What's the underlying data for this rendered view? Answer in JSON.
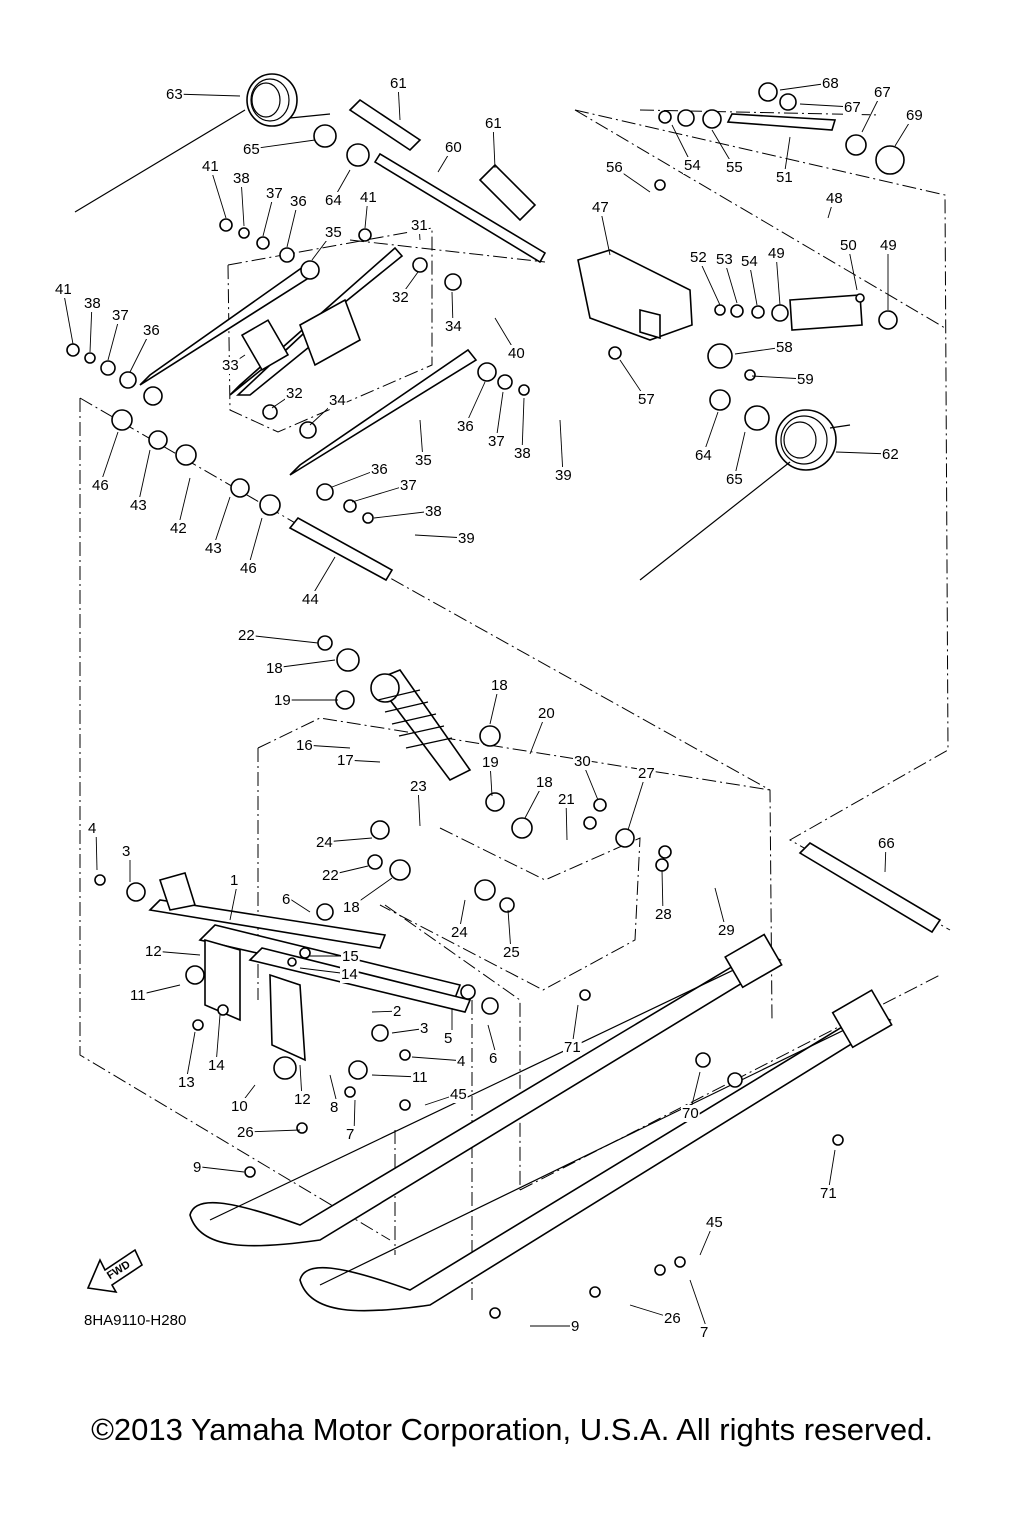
{
  "diagram": {
    "drawing_code": "8HA9110-H280",
    "fwd_label": "FWD",
    "callouts": [
      {
        "id": "c63",
        "text": "63"
      },
      {
        "id": "c61a",
        "text": "61"
      },
      {
        "id": "c61b",
        "text": "61"
      },
      {
        "id": "c60",
        "text": "60"
      },
      {
        "id": "c65a",
        "text": "65"
      },
      {
        "id": "c64a",
        "text": "64"
      },
      {
        "id": "c41a",
        "text": "41"
      },
      {
        "id": "c38a",
        "text": "38"
      },
      {
        "id": "c37a",
        "text": "37"
      },
      {
        "id": "c36a",
        "text": "36"
      },
      {
        "id": "c41b",
        "text": "41"
      },
      {
        "id": "c31",
        "text": "31"
      },
      {
        "id": "c35a",
        "text": "35"
      },
      {
        "id": "c41c",
        "text": "41"
      },
      {
        "id": "c38b",
        "text": "38"
      },
      {
        "id": "c37b",
        "text": "37"
      },
      {
        "id": "c36b",
        "text": "36"
      },
      {
        "id": "c33",
        "text": "33"
      },
      {
        "id": "c32a",
        "text": "32"
      },
      {
        "id": "c32b",
        "text": "32"
      },
      {
        "id": "c34a",
        "text": "34"
      },
      {
        "id": "c34b",
        "text": "34"
      },
      {
        "id": "c40",
        "text": "40"
      },
      {
        "id": "c36c",
        "text": "36"
      },
      {
        "id": "c37c",
        "text": "37"
      },
      {
        "id": "c38c",
        "text": "38"
      },
      {
        "id": "c39a",
        "text": "39"
      },
      {
        "id": "c35b",
        "text": "35"
      },
      {
        "id": "c36d",
        "text": "36"
      },
      {
        "id": "c37d",
        "text": "37"
      },
      {
        "id": "c38d",
        "text": "38"
      },
      {
        "id": "c39b",
        "text": "39"
      },
      {
        "id": "c46a",
        "text": "46"
      },
      {
        "id": "c43a",
        "text": "43"
      },
      {
        "id": "c42",
        "text": "42"
      },
      {
        "id": "c43b",
        "text": "43"
      },
      {
        "id": "c46b",
        "text": "46"
      },
      {
        "id": "c44",
        "text": "44"
      },
      {
        "id": "c68",
        "text": "68"
      },
      {
        "id": "c67a",
        "text": "67"
      },
      {
        "id": "c67b",
        "text": "67"
      },
      {
        "id": "c69",
        "text": "69"
      },
      {
        "id": "c54a",
        "text": "54"
      },
      {
        "id": "c55",
        "text": "55"
      },
      {
        "id": "c51",
        "text": "51"
      },
      {
        "id": "c56",
        "text": "56"
      },
      {
        "id": "c47",
        "text": "47"
      },
      {
        "id": "c48",
        "text": "48"
      },
      {
        "id": "c52",
        "text": "52"
      },
      {
        "id": "c53",
        "text": "53"
      },
      {
        "id": "c54b",
        "text": "54"
      },
      {
        "id": "c49a",
        "text": "49"
      },
      {
        "id": "c50",
        "text": "50"
      },
      {
        "id": "c49b",
        "text": "49"
      },
      {
        "id": "c58",
        "text": "58"
      },
      {
        "id": "c59",
        "text": "59"
      },
      {
        "id": "c57",
        "text": "57"
      },
      {
        "id": "c64b",
        "text": "64"
      },
      {
        "id": "c65b",
        "text": "65"
      },
      {
        "id": "c62",
        "text": "62"
      },
      {
        "id": "c22a",
        "text": "22"
      },
      {
        "id": "c18a",
        "text": "18"
      },
      {
        "id": "c19a",
        "text": "19"
      },
      {
        "id": "c18b",
        "text": "18"
      },
      {
        "id": "c20",
        "text": "20"
      },
      {
        "id": "c16",
        "text": "16"
      },
      {
        "id": "c17",
        "text": "17"
      },
      {
        "id": "c19b",
        "text": "19"
      },
      {
        "id": "c18c",
        "text": "18"
      },
      {
        "id": "c30",
        "text": "30"
      },
      {
        "id": "c27",
        "text": "27"
      },
      {
        "id": "c23",
        "text": "23"
      },
      {
        "id": "c21",
        "text": "21"
      },
      {
        "id": "c24a",
        "text": "24"
      },
      {
        "id": "c22b",
        "text": "22"
      },
      {
        "id": "c18d",
        "text": "18"
      },
      {
        "id": "c24b",
        "text": "24"
      },
      {
        "id": "c25",
        "text": "25"
      },
      {
        "id": "c28",
        "text": "28"
      },
      {
        "id": "c29",
        "text": "29"
      },
      {
        "id": "c66",
        "text": "66"
      },
      {
        "id": "c4a",
        "text": "4"
      },
      {
        "id": "c3a",
        "text": "3"
      },
      {
        "id": "c1",
        "text": "1"
      },
      {
        "id": "c6a",
        "text": "6"
      },
      {
        "id": "c12a",
        "text": "12"
      },
      {
        "id": "c15",
        "text": "15"
      },
      {
        "id": "c14a",
        "text": "14"
      },
      {
        "id": "c11a",
        "text": "11"
      },
      {
        "id": "c2",
        "text": "2"
      },
      {
        "id": "c3b",
        "text": "3"
      },
      {
        "id": "c5",
        "text": "5"
      },
      {
        "id": "c6b",
        "text": "6"
      },
      {
        "id": "c13",
        "text": "13"
      },
      {
        "id": "c14b",
        "text": "14"
      },
      {
        "id": "c4b",
        "text": "4"
      },
      {
        "id": "c11b",
        "text": "11"
      },
      {
        "id": "c10",
        "text": "10"
      },
      {
        "id": "c12b",
        "text": "12"
      },
      {
        "id": "c8",
        "text": "8"
      },
      {
        "id": "c7a",
        "text": "7"
      },
      {
        "id": "c45a",
        "text": "45"
      },
      {
        "id": "c71a",
        "text": "71"
      },
      {
        "id": "c70",
        "text": "70"
      },
      {
        "id": "c71b",
        "text": "71"
      },
      {
        "id": "c26a",
        "text": "26"
      },
      {
        "id": "c9a",
        "text": "9"
      },
      {
        "id": "c45b",
        "text": "45"
      },
      {
        "id": "c26b",
        "text": "26"
      },
      {
        "id": "c7b",
        "text": "7"
      },
      {
        "id": "c9b",
        "text": "9"
      }
    ]
  },
  "footer": {
    "copyright": "©2013 Yamaha Motor Corporation, U.S.A. All rights reserved."
  }
}
